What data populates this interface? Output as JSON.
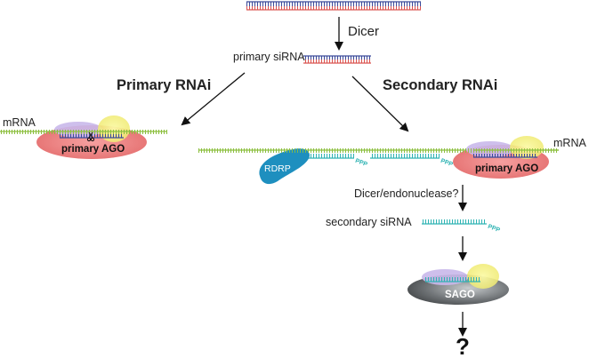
{
  "labels": {
    "dicer": "Dicer",
    "primary_sirna": "primary siRNA",
    "primary_rnai": "Primary RNAi",
    "secondary_rnai": "Secondary RNAi",
    "mrna_left": "mRNA",
    "mrna_right": "mRNA",
    "primary_ago_left": "primary AGO",
    "primary_ago_right": "primary AGO",
    "rdrp": "RDRP",
    "ppp_1": "PPP",
    "ppp_2": "PPP",
    "ppp_3": "PPP",
    "dicer_endonuclease": "Dicer/endonuclease?",
    "secondary_sirna": "secondary siRNA",
    "sago": "SAGO",
    "question": "?"
  },
  "colors": {
    "mrna_green": "#8cbf3f",
    "sirna_red": "#d9534f",
    "sirna_blue": "#3b4a9a",
    "secondary_teal": "#2fb3b3",
    "ago_pink": "#f08a8a",
    "ago_lilac": "#c9b8ea",
    "ago_yellow": "#f4f07a",
    "rdrp_blue": "#1e8fbf",
    "sago_gray": "#56595c"
  }
}
